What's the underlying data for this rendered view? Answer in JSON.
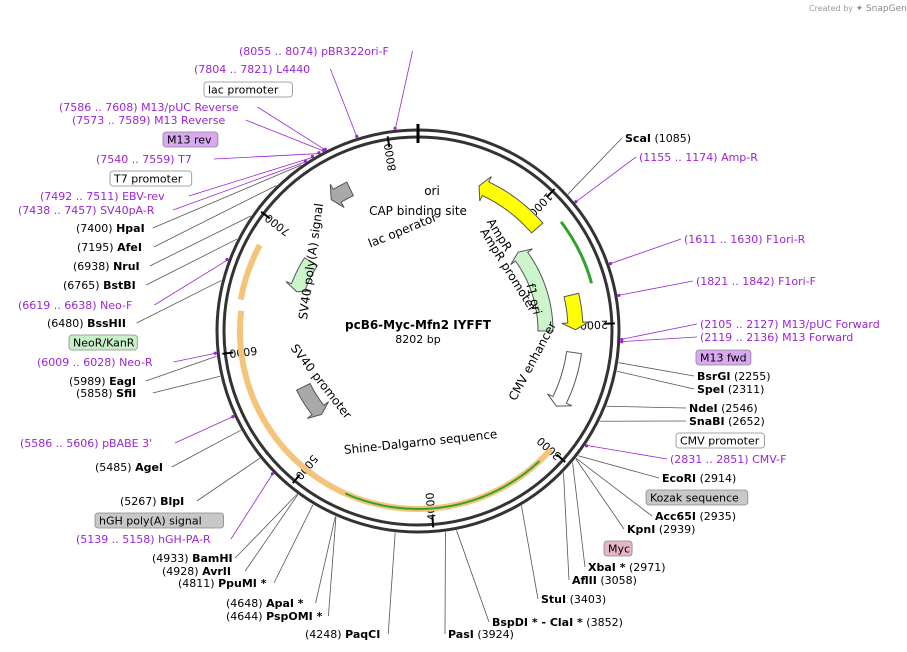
{
  "credit": {
    "prefix": "Created by",
    "brand": "SnapGene"
  },
  "plasmid": {
    "name": "pcB6-Myc-Mfn2 IYFFT",
    "length_label": "8202 bp",
    "length": 8202
  },
  "ticks": [
    "1000",
    "2000",
    "3000",
    "4000",
    "5000",
    "6000",
    "7000",
    "8000"
  ],
  "colors": {
    "primer": "#9b24d6",
    "ori": "#ffff00",
    "ampr": "#ccf5cc",
    "promoter": "#ffffff",
    "polyA": "#a9a9a9",
    "orf": "#f5c37a",
    "cds_arrow": "#2ea32e",
    "myc": "#e8b4c8",
    "kozak": "#c8c8c8",
    "neokan": "#c8f0c8",
    "m13": "#d8a8f0"
  },
  "sites": [
    {
      "name": "ScaI",
      "pos": "(1085)"
    },
    {
      "name": "BsrGI",
      "pos": "(2255)"
    },
    {
      "name": "SpeI",
      "pos": "(2311)"
    },
    {
      "name": "NdeI",
      "pos": "(2546)"
    },
    {
      "name": "SnaBI",
      "pos": "(2652)"
    },
    {
      "name": "EcoRI",
      "pos": "(2914)"
    },
    {
      "name": "Acc65I",
      "pos": "(2935)"
    },
    {
      "name": "KpnI",
      "pos": "(2939)"
    },
    {
      "name": "XbaI *",
      "pos": "(2971)"
    },
    {
      "name": "AflII",
      "pos": "(3058)"
    },
    {
      "name": "StuI",
      "pos": "(3403)"
    },
    {
      "name": "BspDI * - ClaI *",
      "pos": "(3852)"
    },
    {
      "name": "PasI",
      "pos": "(3924)"
    },
    {
      "name": "PaqCI",
      "pos": "(4248)"
    },
    {
      "name": "PspOMI *",
      "pos": "(4644)"
    },
    {
      "name": "ApaI *",
      "pos": "(4648)"
    },
    {
      "name": "PpuMI *",
      "pos": "(4811)"
    },
    {
      "name": "AvrII",
      "pos": "(4928)"
    },
    {
      "name": "BamHI",
      "pos": "(4933)"
    },
    {
      "name": "BlpI",
      "pos": "(5267)"
    },
    {
      "name": "AgeI",
      "pos": "(5485)"
    },
    {
      "name": "SfiI",
      "pos": "(5858)"
    },
    {
      "name": "EagI",
      "pos": "(5989)"
    },
    {
      "name": "BssHII",
      "pos": "(6480)"
    },
    {
      "name": "BstBI",
      "pos": "(6765)"
    },
    {
      "name": "NruI",
      "pos": "(6938)"
    },
    {
      "name": "AfeI",
      "pos": "(7195)"
    },
    {
      "name": "HpaI",
      "pos": "(7400)"
    }
  ],
  "primers": [
    {
      "range": "(1155 .. 1174)",
      "name": "Amp-R"
    },
    {
      "range": "(1611 .. 1630)",
      "name": "F1ori-R"
    },
    {
      "range": "(1821 .. 1842)",
      "name": "F1ori-F"
    },
    {
      "range": "(2105 .. 2127)",
      "name": "M13/pUC Forward"
    },
    {
      "range": "(2119 .. 2136)",
      "name": "M13 Forward"
    },
    {
      "range": "(2831 .. 2851)",
      "name": "CMV-F"
    },
    {
      "range": "(5139 .. 5158)",
      "name": "hGH-PA-R"
    },
    {
      "range": "(5586 .. 5606)",
      "name": "pBABE 3'"
    },
    {
      "range": "(6009 .. 6028)",
      "name": "Neo-R"
    },
    {
      "range": "(6619 .. 6638)",
      "name": "Neo-F"
    },
    {
      "range": "(7438 .. 7457)",
      "name": "SV40pA-R"
    },
    {
      "range": "(7492 .. 7511)",
      "name": "EBV-rev"
    },
    {
      "range": "(7540 .. 7559)",
      "name": "T7"
    },
    {
      "range": "(7573 .. 7589)",
      "name": "M13 Reverse"
    },
    {
      "range": "(7586 .. 7608)",
      "name": "M13/pUC Reverse"
    },
    {
      "range": "(7804 .. 7821)",
      "name": "L4440"
    },
    {
      "range": "(8055 .. 8074)",
      "name": "pBR322ori-F"
    }
  ],
  "boxes": [
    {
      "label": "lac promoter",
      "fill": "#ffffff"
    },
    {
      "label": "M13 rev",
      "fill": "#d8a8f0"
    },
    {
      "label": "T7 promoter",
      "fill": "#ffffff"
    },
    {
      "label": "NeoR/KanR",
      "fill": "#c8f0c8"
    },
    {
      "label": "hGH poly(A) signal",
      "fill": "#c8c8c8"
    },
    {
      "label": "M13 fwd",
      "fill": "#d8a8f0"
    },
    {
      "label": "CMV promoter",
      "fill": "#ffffff"
    },
    {
      "label": "Kozak sequence",
      "fill": "#c8c8c8"
    },
    {
      "label": "Myc",
      "fill": "#e8b4c8"
    }
  ],
  "inner_labels": [
    "ori",
    "CAP binding site",
    "lac operator",
    "SV40 poly(A) signal",
    "AmpR",
    "AmpR promoter",
    "f1 ori",
    "CMV enhancer",
    "SV40 promoter",
    "Shine-Dalgarno sequence"
  ]
}
